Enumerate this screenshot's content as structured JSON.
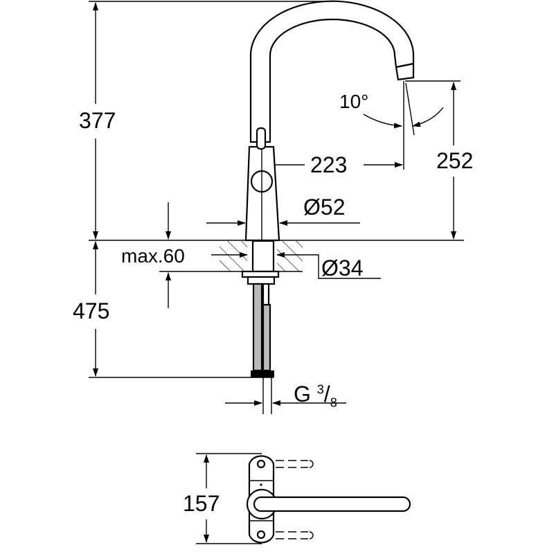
{
  "title": "Kitchen mixer tap dimension drawing",
  "dimensions": {
    "total_height": "377",
    "spout_height": "252",
    "spout_reach": "223",
    "swivel_angle": "10°",
    "body_diameter": "Ø52",
    "counter_thickness": "max.60",
    "hole_diameter": "Ø34",
    "hose_length": "475",
    "connection_prefix": "G",
    "connection_num": "3",
    "connection_den": "8",
    "plan_width": "157"
  },
  "colors": {
    "line": "#000000",
    "background": "#ffffff"
  }
}
